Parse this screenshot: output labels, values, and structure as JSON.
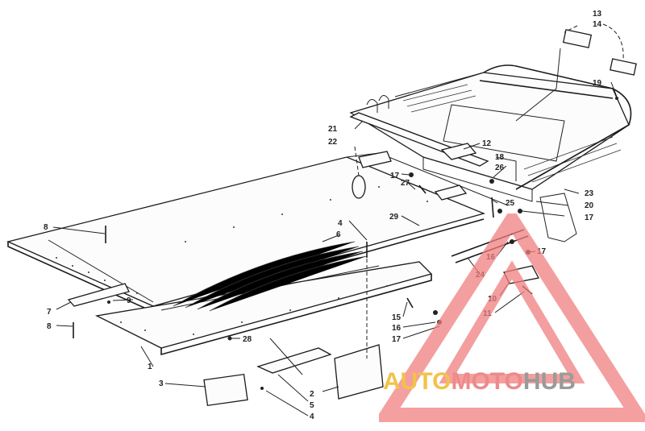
{
  "callouts": [
    {
      "id": "c1",
      "text": "1"
    },
    {
      "id": "c2",
      "text": "2"
    },
    {
      "id": "c3",
      "text": "3"
    },
    {
      "id": "c4a",
      "text": "4"
    },
    {
      "id": "c4b",
      "text": "4"
    },
    {
      "id": "c5",
      "text": "5"
    },
    {
      "id": "c6",
      "text": "6"
    },
    {
      "id": "c7",
      "text": "7"
    },
    {
      "id": "c8a",
      "text": "8"
    },
    {
      "id": "c8b",
      "text": "8"
    },
    {
      "id": "c9",
      "text": "9"
    },
    {
      "id": "c10",
      "text": "10"
    },
    {
      "id": "c11",
      "text": "11"
    },
    {
      "id": "c12",
      "text": "12"
    },
    {
      "id": "c13",
      "text": "13"
    },
    {
      "id": "c14",
      "text": "14"
    },
    {
      "id": "c15",
      "text": "15"
    },
    {
      "id": "c16a",
      "text": "16"
    },
    {
      "id": "c16b",
      "text": "16"
    },
    {
      "id": "c17a",
      "text": "17"
    },
    {
      "id": "c17b",
      "text": "17"
    },
    {
      "id": "c17c",
      "text": "17"
    },
    {
      "id": "c17d",
      "text": "17"
    },
    {
      "id": "c18",
      "text": "18"
    },
    {
      "id": "c19",
      "text": "19"
    },
    {
      "id": "c20",
      "text": "20"
    },
    {
      "id": "c21",
      "text": "21"
    },
    {
      "id": "c22",
      "text": "22"
    },
    {
      "id": "c23",
      "text": "23"
    },
    {
      "id": "c24",
      "text": "24"
    },
    {
      "id": "c25",
      "text": "25"
    },
    {
      "id": "c26",
      "text": "26"
    },
    {
      "id": "c27",
      "text": "27"
    },
    {
      "id": "c28",
      "text": "28"
    },
    {
      "id": "c29",
      "text": "29"
    }
  ],
  "watermark": {
    "part1": "AUTO",
    "part2": "MOTO",
    "part3": "HUB",
    "color1": "#f2c24a",
    "color2": "#ee8a8a",
    "color3": "#9a9a9a",
    "triangle_color": "#f08080"
  }
}
